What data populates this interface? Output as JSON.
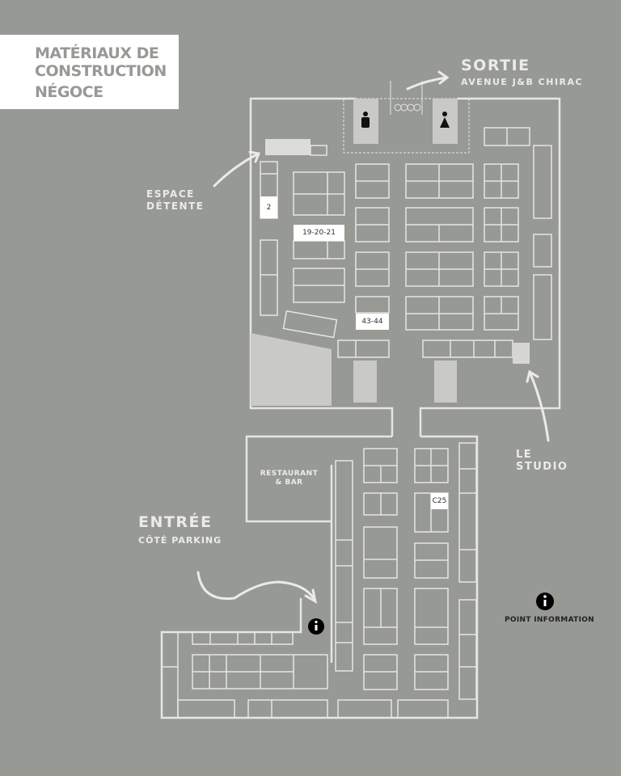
{
  "title": {
    "line1": "MATÉRIAUX DE",
    "line2": "CONSTRUCTION",
    "line3": "NÉGOCE"
  },
  "labels": {
    "sortie": "SORTIE",
    "sortie_sub": "AVENUE J&B CHIRAC",
    "espace1": "ESPACE",
    "espace2": "DÉTENTE",
    "studio1": "LE",
    "studio2": "STUDIO",
    "restaurant1": "RESTAURANT",
    "restaurant2": "& BAR",
    "entree": "ENTRÉE",
    "entree_sub": "CÔTÉ PARKING",
    "info": "POINT INFORMATION"
  },
  "booths": {
    "b2": "2",
    "b19": "19-20-21",
    "b43": "43-44",
    "c25": "C25"
  },
  "icons": [
    "info-icon",
    "male-restroom-icon",
    "female-restroom-icon",
    "arrow-icon"
  ],
  "colors": {
    "background": "#979994",
    "lines": "#e6e6e3",
    "fill": "#c9cac7"
  }
}
